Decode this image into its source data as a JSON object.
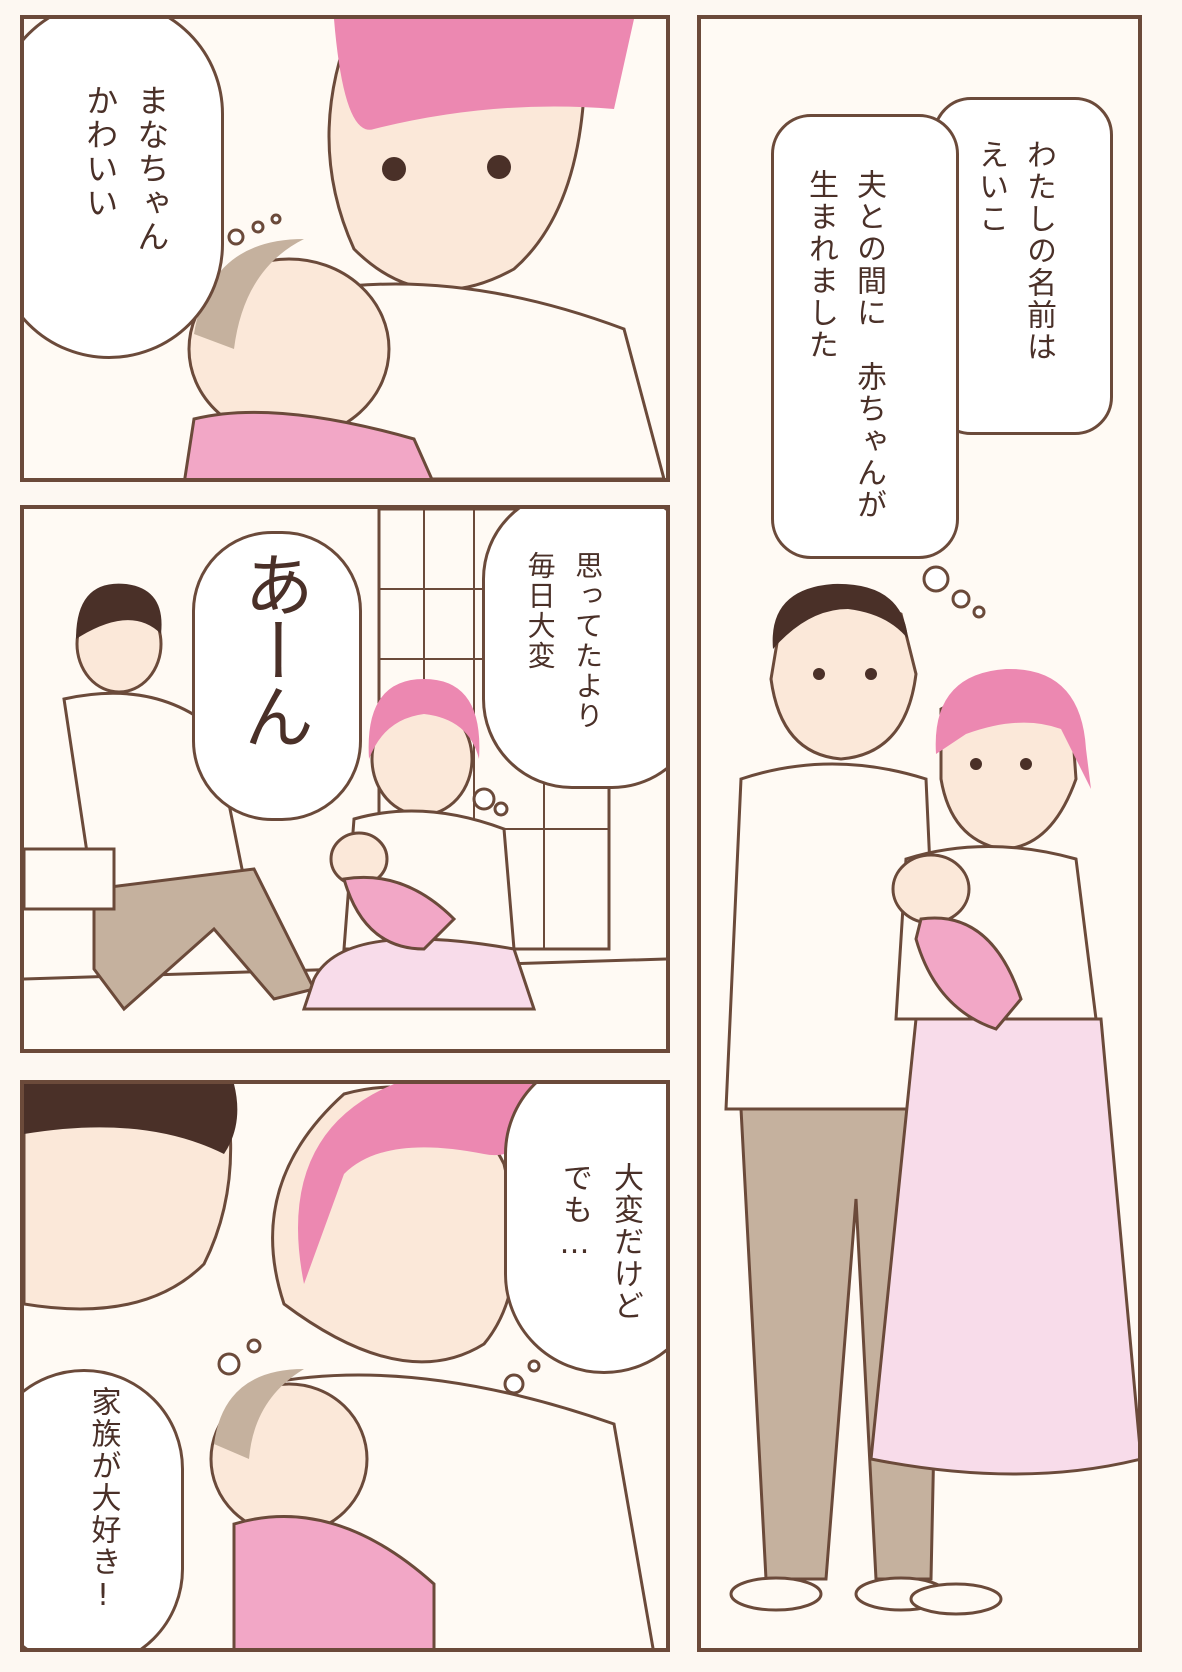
{
  "panels": {
    "right": {
      "bubble_main_text": "わたしの名前は\nえいこ",
      "bubble_sub_text": "夫との間に　赤ちゃんが\n生まれました"
    },
    "top": {
      "bubble_text": "まなちゃん\nかわいい"
    },
    "middle": {
      "cry_text": "あーん",
      "bubble_text": "思ってたより\n毎日大変"
    },
    "bottom": {
      "bubble_right_text": "大変だけど\nでも…",
      "bubble_left_text": "家族が大好き!"
    }
  },
  "colors": {
    "line": "#6b4a3a",
    "hair_pink": "#ec88b1",
    "skin": "#fbe8d9",
    "pink_clothes": "#f2a7c6",
    "skirt": "#f8dcea",
    "pants": "#c5b19e",
    "dark_hair": "#4a3028",
    "paper": "#fffaf4"
  }
}
